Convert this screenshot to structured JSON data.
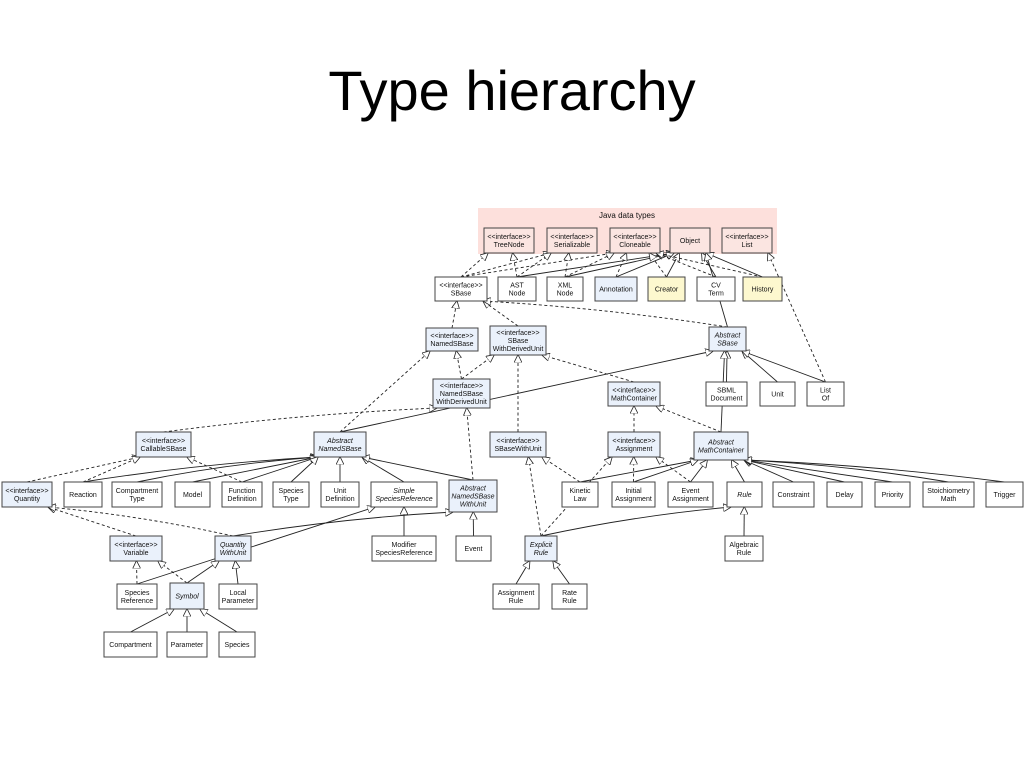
{
  "title": "Type hierarchy",
  "colors": {
    "java_band": "#fde0dc",
    "java_node": "#fbe5e1",
    "interface_node": "#eaf1fb",
    "abstract_node": "#eaf1fb",
    "class_node": "#ffffff",
    "highlight_node": "#fdf8cf"
  },
  "diagram": {
    "band_label": "Java data types",
    "nodes": [
      {
        "id": "treenode",
        "kind": "java",
        "lines": [
          "<<interface>>",
          "TreeNode"
        ]
      },
      {
        "id": "serializable",
        "kind": "java",
        "lines": [
          "<<interface>>",
          "Serializable"
        ]
      },
      {
        "id": "cloneable",
        "kind": "java",
        "lines": [
          "<<interface>>",
          "Cloneable"
        ]
      },
      {
        "id": "object",
        "kind": "java",
        "lines": [
          "Object"
        ]
      },
      {
        "id": "list",
        "kind": "java",
        "lines": [
          "<<interface>>",
          "List"
        ]
      },
      {
        "id": "sbase",
        "kind": "class",
        "lines": [
          "<<interface>>",
          "SBase"
        ]
      },
      {
        "id": "astnode",
        "kind": "class",
        "lines": [
          "AST",
          "Node"
        ]
      },
      {
        "id": "xmlnode",
        "kind": "class",
        "lines": [
          "XML",
          "Node"
        ]
      },
      {
        "id": "annotation",
        "kind": "interface",
        "lines": [
          "Annotation"
        ]
      },
      {
        "id": "creator",
        "kind": "highlight",
        "lines": [
          "Creator"
        ]
      },
      {
        "id": "cvterm",
        "kind": "class",
        "lines": [
          "CV",
          "Term"
        ]
      },
      {
        "id": "history",
        "kind": "highlight",
        "lines": [
          "History"
        ]
      },
      {
        "id": "namedsbase",
        "kind": "interface",
        "lines": [
          "<<interface>>",
          "NamedSBase"
        ]
      },
      {
        "id": "sbasewdu",
        "kind": "interface",
        "lines": [
          "<<interface>>",
          "SBase",
          "WithDerivedUnit"
        ]
      },
      {
        "id": "abstractsbase",
        "kind": "abstract",
        "lines": [
          "Abstract",
          "SBase"
        ]
      },
      {
        "id": "namedsbasewdu",
        "kind": "interface",
        "lines": [
          "<<interface>>",
          "NamedSBase",
          "WithDerivedUnit"
        ]
      },
      {
        "id": "mathcontainer",
        "kind": "interface",
        "lines": [
          "<<interface>>",
          "MathContainer"
        ]
      },
      {
        "id": "sbmldocument",
        "kind": "class",
        "lines": [
          "SBML",
          "Document"
        ]
      },
      {
        "id": "unit",
        "kind": "class",
        "lines": [
          "Unit"
        ]
      },
      {
        "id": "listof",
        "kind": "class",
        "lines": [
          "List",
          "Of"
        ]
      },
      {
        "id": "callablesbase",
        "kind": "interface",
        "lines": [
          "<<interface>>",
          "CallableSBase"
        ]
      },
      {
        "id": "abstractnamedsbase",
        "kind": "abstract",
        "lines": [
          "Abstract",
          "NamedSBase"
        ]
      },
      {
        "id": "sbasewithunit",
        "kind": "interface",
        "lines": [
          "<<interface>>",
          "SBaseWithUnit"
        ]
      },
      {
        "id": "assignment",
        "kind": "interface",
        "lines": [
          "<<interface>>",
          "Assignment"
        ]
      },
      {
        "id": "abstractmathcontainer",
        "kind": "abstract",
        "lines": [
          "Abstract",
          "MathContainer"
        ]
      },
      {
        "id": "quantity",
        "kind": "interface",
        "lines": [
          "<<interface>>",
          "Quantity"
        ]
      },
      {
        "id": "reaction",
        "kind": "class",
        "lines": [
          "Reaction"
        ]
      },
      {
        "id": "compartmenttype",
        "kind": "class",
        "lines": [
          "Compartment",
          "Type"
        ]
      },
      {
        "id": "model",
        "kind": "class",
        "lines": [
          "Model"
        ]
      },
      {
        "id": "functiondefinition",
        "kind": "class",
        "lines": [
          "Function",
          "Definition"
        ]
      },
      {
        "id": "speciestype",
        "kind": "class",
        "lines": [
          "Species",
          "Type"
        ]
      },
      {
        "id": "unitdefinition",
        "kind": "class",
        "lines": [
          "Unit",
          "Definition"
        ]
      },
      {
        "id": "simplespeciesref",
        "kind": "abstract-white",
        "lines": [
          "Simple",
          "SpeciesReference"
        ]
      },
      {
        "id": "abstractnamedsbasewu",
        "kind": "abstract",
        "lines": [
          "Abstract",
          "NamedSBase",
          "WithUnit"
        ]
      },
      {
        "id": "kineticlaw",
        "kind": "class",
        "lines": [
          "Kinetic",
          "Law"
        ]
      },
      {
        "id": "initialassignment",
        "kind": "class",
        "lines": [
          "Initial",
          "Assignment"
        ]
      },
      {
        "id": "eventassignment",
        "kind": "class",
        "lines": [
          "Event",
          "Assignment"
        ]
      },
      {
        "id": "rule",
        "kind": "abstract-white",
        "lines": [
          "Rule"
        ]
      },
      {
        "id": "constraint",
        "kind": "class",
        "lines": [
          "Constraint"
        ]
      },
      {
        "id": "delay",
        "kind": "class",
        "lines": [
          "Delay"
        ]
      },
      {
        "id": "priority",
        "kind": "class",
        "lines": [
          "Priority"
        ]
      },
      {
        "id": "stoichiometrymath",
        "kind": "class",
        "lines": [
          "Stoichiometry",
          "Math"
        ]
      },
      {
        "id": "trigger",
        "kind": "class",
        "lines": [
          "Trigger"
        ]
      },
      {
        "id": "variable",
        "kind": "interface",
        "lines": [
          "<<interface>>",
          "Variable"
        ]
      },
      {
        "id": "quantitywithunit",
        "kind": "abstract",
        "lines": [
          "Quantity",
          "WithUnit"
        ]
      },
      {
        "id": "modifierspeciesref",
        "kind": "class",
        "lines": [
          "Modifier",
          "SpeciesReference"
        ]
      },
      {
        "id": "event",
        "kind": "class",
        "lines": [
          "Event"
        ]
      },
      {
        "id": "explicitrule",
        "kind": "abstract",
        "lines": [
          "Explicit",
          "Rule"
        ]
      },
      {
        "id": "algebraicrule",
        "kind": "class",
        "lines": [
          "Algebraic",
          "Rule"
        ]
      },
      {
        "id": "speciesreference",
        "kind": "class",
        "lines": [
          "Species",
          "Reference"
        ]
      },
      {
        "id": "symbol",
        "kind": "abstract",
        "lines": [
          "Symbol"
        ]
      },
      {
        "id": "localparameter",
        "kind": "class",
        "lines": [
          "Local",
          "Parameter"
        ]
      },
      {
        "id": "assignmentrule",
        "kind": "class",
        "lines": [
          "Assignment",
          "Rule"
        ]
      },
      {
        "id": "raterule",
        "kind": "class",
        "lines": [
          "Rate",
          "Rule"
        ]
      },
      {
        "id": "compartment",
        "kind": "class",
        "lines": [
          "Compartment"
        ]
      },
      {
        "id": "parameter",
        "kind": "class",
        "lines": [
          "Parameter"
        ]
      },
      {
        "id": "species",
        "kind": "class",
        "lines": [
          "Species"
        ]
      }
    ],
    "edges": [
      {
        "from": "sbase",
        "to": "treenode",
        "style": "dashed"
      },
      {
        "from": "sbase",
        "to": "serializable",
        "style": "dashed"
      },
      {
        "from": "sbase",
        "to": "cloneable",
        "style": "dashed"
      },
      {
        "from": "astnode",
        "to": "treenode",
        "style": "dashed"
      },
      {
        "from": "astnode",
        "to": "serializable",
        "style": "dashed"
      },
      {
        "from": "astnode",
        "to": "object",
        "style": "solid"
      },
      {
        "from": "xmlnode",
        "to": "serializable",
        "style": "dashed"
      },
      {
        "from": "xmlnode",
        "to": "cloneable",
        "style": "dashed"
      },
      {
        "from": "xmlnode",
        "to": "object",
        "style": "solid"
      },
      {
        "from": "annotation",
        "to": "cloneable",
        "style": "dashed"
      },
      {
        "from": "annotation",
        "to": "object",
        "style": "solid"
      },
      {
        "from": "creator",
        "to": "cloneable",
        "style": "dashed"
      },
      {
        "from": "creator",
        "to": "object",
        "style": "solid"
      },
      {
        "from": "cvterm",
        "to": "cloneable",
        "style": "dashed"
      },
      {
        "from": "cvterm",
        "to": "object",
        "style": "solid"
      },
      {
        "from": "history",
        "to": "cloneable",
        "style": "dashed"
      },
      {
        "from": "history",
        "to": "object",
        "style": "solid"
      },
      {
        "from": "abstractsbase",
        "to": "object",
        "style": "solid"
      },
      {
        "from": "listof",
        "to": "list",
        "style": "dashed"
      },
      {
        "from": "namedsbase",
        "to": "sbase",
        "style": "dashed"
      },
      {
        "from": "sbasewdu",
        "to": "sbase",
        "style": "dashed"
      },
      {
        "from": "abstractsbase",
        "to": "sbase",
        "style": "dashed"
      },
      {
        "from": "namedsbasewdu",
        "to": "namedsbase",
        "style": "dashed"
      },
      {
        "from": "namedsbasewdu",
        "to": "sbasewdu",
        "style": "dashed"
      },
      {
        "from": "mathcontainer",
        "to": "sbasewdu",
        "style": "dashed"
      },
      {
        "from": "sbmldocument",
        "to": "abstractsbase",
        "style": "solid"
      },
      {
        "from": "unit",
        "to": "abstractsbase",
        "style": "solid"
      },
      {
        "from": "listof",
        "to": "abstractsbase",
        "style": "solid"
      },
      {
        "from": "abstractmathcontainer",
        "to": "abstractsbase",
        "style": "solid"
      },
      {
        "from": "abstractnamedsbase",
        "to": "abstractsbase",
        "style": "solid"
      },
      {
        "from": "callablesbase",
        "to": "namedsbasewdu",
        "style": "dashed"
      },
      {
        "from": "abstractnamedsbase",
        "to": "namedsbase",
        "style": "dashed"
      },
      {
        "from": "sbasewithunit",
        "to": "sbasewdu",
        "style": "dashed"
      },
      {
        "from": "assignment",
        "to": "mathcontainer",
        "style": "dashed"
      },
      {
        "from": "abstractmathcontainer",
        "to": "mathcontainer",
        "style": "dashed"
      },
      {
        "from": "quantity",
        "to": "callablesbase",
        "style": "dashed"
      },
      {
        "from": "reaction",
        "to": "callablesbase",
        "style": "dashed"
      },
      {
        "from": "functiondefinition",
        "to": "callablesbase",
        "style": "dashed"
      },
      {
        "from": "reaction",
        "to": "abstractnamedsbase",
        "style": "solid"
      },
      {
        "from": "compartmenttype",
        "to": "abstractnamedsbase",
        "style": "solid"
      },
      {
        "from": "model",
        "to": "abstractnamedsbase",
        "style": "solid"
      },
      {
        "from": "functiondefinition",
        "to": "abstractnamedsbase",
        "style": "solid"
      },
      {
        "from": "speciestype",
        "to": "abstractnamedsbase",
        "style": "solid"
      },
      {
        "from": "unitdefinition",
        "to": "abstractnamedsbase",
        "style": "solid"
      },
      {
        "from": "simplespeciesref",
        "to": "abstractnamedsbase",
        "style": "solid"
      },
      {
        "from": "abstractnamedsbasewu",
        "to": "abstractnamedsbase",
        "style": "solid"
      },
      {
        "from": "abstractnamedsbasewu",
        "to": "namedsbasewdu",
        "style": "dashed"
      },
      {
        "from": "kineticlaw",
        "to": "abstractmathcontainer",
        "style": "solid"
      },
      {
        "from": "initialassignment",
        "to": "abstractmathcontainer",
        "style": "solid"
      },
      {
        "from": "eventassignment",
        "to": "abstractmathcontainer",
        "style": "solid"
      },
      {
        "from": "rule",
        "to": "abstractmathcontainer",
        "style": "solid"
      },
      {
        "from": "constraint",
        "to": "abstractmathcontainer",
        "style": "solid"
      },
      {
        "from": "delay",
        "to": "abstractmathcontainer",
        "style": "solid"
      },
      {
        "from": "priority",
        "to": "abstractmathcontainer",
        "style": "solid"
      },
      {
        "from": "stoichiometrymath",
        "to": "abstractmathcontainer",
        "style": "solid"
      },
      {
        "from": "trigger",
        "to": "abstractmathcontainer",
        "style": "solid"
      },
      {
        "from": "initialassignment",
        "to": "assignment",
        "style": "dashed"
      },
      {
        "from": "eventassignment",
        "to": "assignment",
        "style": "dashed"
      },
      {
        "from": "explicitrule",
        "to": "assignment",
        "style": "dashed"
      },
      {
        "from": "explicitrule",
        "to": "sbasewithunit",
        "style": "dashed"
      },
      {
        "from": "kineticlaw",
        "to": "sbasewithunit",
        "style": "dashed"
      },
      {
        "from": "variable",
        "to": "quantity",
        "style": "dashed"
      },
      {
        "from": "quantitywithunit",
        "to": "quantity",
        "style": "dashed"
      },
      {
        "from": "quantitywithunit",
        "to": "abstractnamedsbasewu",
        "style": "solid"
      },
      {
        "from": "modifierspeciesref",
        "to": "simplespeciesref",
        "style": "solid"
      },
      {
        "from": "event",
        "to": "abstractnamedsbasewu",
        "style": "solid"
      },
      {
        "from": "explicitrule",
        "to": "rule",
        "style": "solid"
      },
      {
        "from": "algebraicrule",
        "to": "rule",
        "style": "solid"
      },
      {
        "from": "speciesreference",
        "to": "simplespeciesref",
        "style": "solid"
      },
      {
        "from": "speciesreference",
        "to": "variable",
        "style": "dashed"
      },
      {
        "from": "symbol",
        "to": "variable",
        "style": "dashed"
      },
      {
        "from": "symbol",
        "to": "quantitywithunit",
        "style": "solid"
      },
      {
        "from": "localparameter",
        "to": "quantitywithunit",
        "style": "solid"
      },
      {
        "from": "assignmentrule",
        "to": "explicitrule",
        "style": "solid"
      },
      {
        "from": "raterule",
        "to": "explicitrule",
        "style": "solid"
      },
      {
        "from": "compartment",
        "to": "symbol",
        "style": "solid"
      },
      {
        "from": "parameter",
        "to": "symbol",
        "style": "solid"
      },
      {
        "from": "species",
        "to": "symbol",
        "style": "solid"
      }
    ]
  }
}
